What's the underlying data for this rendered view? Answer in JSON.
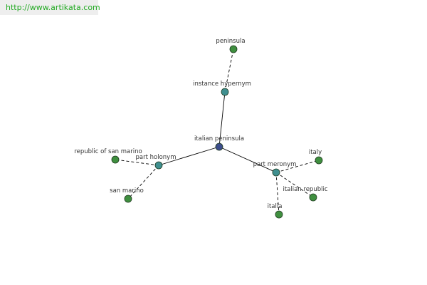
{
  "site": {
    "url_text": "http://www.artikata.com"
  },
  "colors": {
    "center": "#3c4d8c",
    "relation": "#3f8f8f",
    "term": "#3f8f3f",
    "edge": "#000000",
    "node_stroke": "#1f3a1f"
  },
  "graph": {
    "center": {
      "id": "center",
      "label": "italian peninsula"
    },
    "relations": [
      {
        "id": "rel-instance-hypernym",
        "label": "instance hypernym",
        "terms": [
          {
            "id": "term-peninsula",
            "label": "peninsula"
          }
        ]
      },
      {
        "id": "rel-part-holonym",
        "label": "part holonym",
        "terms": [
          {
            "id": "term-republic-of-san-marino",
            "label": "republic of san marino"
          },
          {
            "id": "term-san-marino",
            "label": "san marino"
          }
        ]
      },
      {
        "id": "rel-part-meronym",
        "label": "part meronym",
        "terms": [
          {
            "id": "term-italy",
            "label": "italy"
          },
          {
            "id": "term-italian-republic",
            "label": "italian republic"
          },
          {
            "id": "term-italia",
            "label": "italia"
          }
        ]
      }
    ]
  }
}
